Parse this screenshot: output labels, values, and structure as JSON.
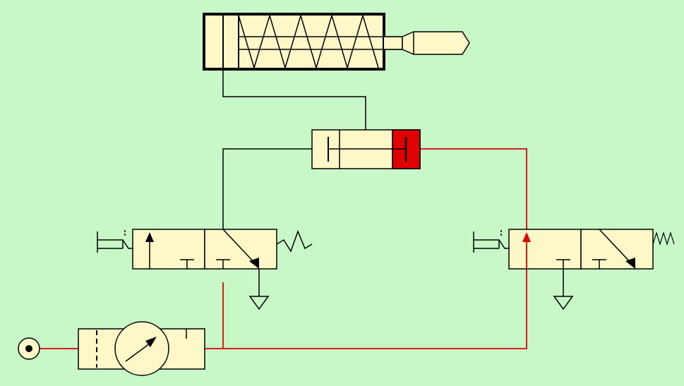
{
  "diagram": {
    "kind": "pneumatic-circuit",
    "colors": {
      "background": "#c8f8c8",
      "component_fill": "#fef7c8",
      "line": "#000000",
      "pressurized_line": "#e00000",
      "shuttle_active": "#e00000"
    },
    "components": [
      {
        "id": "single-acting-cylinder",
        "icon": "spring-return-cylinder"
      },
      {
        "id": "shuttle-valve",
        "icon": "or-valve",
        "active_side": "right"
      },
      {
        "id": "valve-3-2-left",
        "icon": "push-button-spring-return-valve",
        "pressurized": false
      },
      {
        "id": "valve-3-2-right",
        "icon": "push-button-spring-return-valve",
        "pressurized": true
      },
      {
        "id": "filter-regulator",
        "icon": "regulator-with-gauge"
      },
      {
        "id": "air-supply",
        "icon": "pressure-source"
      }
    ]
  }
}
